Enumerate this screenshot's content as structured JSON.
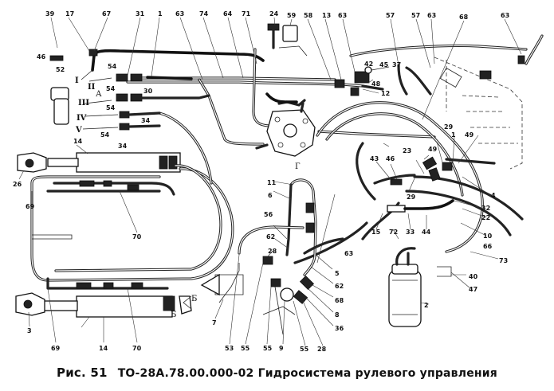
{
  "figure": {
    "number_label": "Рис. 51",
    "caption": "ТО-28А.78.00.000-02 Гидросистема рулевого управления"
  },
  "callouts": [
    {
      "text": "39"
    },
    {
      "text": "17"
    },
    {
      "text": "67"
    },
    {
      "text": "31"
    },
    {
      "text": "1"
    },
    {
      "text": "63"
    },
    {
      "text": "74"
    },
    {
      "text": "64"
    },
    {
      "text": "71"
    },
    {
      "text": "24"
    },
    {
      "text": "59"
    },
    {
      "text": "58"
    },
    {
      "text": "13"
    },
    {
      "text": "63"
    },
    {
      "text": "57"
    },
    {
      "text": "57"
    },
    {
      "text": "63"
    },
    {
      "text": "68"
    },
    {
      "text": "63"
    },
    {
      "text": "46"
    },
    {
      "text": "52"
    },
    {
      "text": "54"
    },
    {
      "text": "30"
    },
    {
      "text": "54"
    },
    {
      "text": "54"
    },
    {
      "text": "34"
    },
    {
      "text": "54"
    },
    {
      "text": "34"
    },
    {
      "text": "42"
    },
    {
      "text": "45"
    },
    {
      "text": "37"
    },
    {
      "text": "48"
    },
    {
      "text": "12"
    },
    {
      "text": "14"
    },
    {
      "text": "26"
    },
    {
      "text": "69"
    },
    {
      "text": "70"
    },
    {
      "text": "11"
    },
    {
      "text": "6"
    },
    {
      "text": "56"
    },
    {
      "text": "62"
    },
    {
      "text": "28"
    },
    {
      "text": "63"
    },
    {
      "text": "5"
    },
    {
      "text": "62"
    },
    {
      "text": "68"
    },
    {
      "text": "8"
    },
    {
      "text": "36"
    },
    {
      "text": "28"
    },
    {
      "text": "55"
    },
    {
      "text": "9"
    },
    {
      "text": "55"
    },
    {
      "text": "55"
    },
    {
      "text": "53"
    },
    {
      "text": "7"
    },
    {
      "text": "3"
    },
    {
      "text": "69"
    },
    {
      "text": "14"
    },
    {
      "text": "70"
    },
    {
      "text": "29"
    },
    {
      "text": "1"
    },
    {
      "text": "49"
    },
    {
      "text": "49"
    },
    {
      "text": "43"
    },
    {
      "text": "46"
    },
    {
      "text": "23"
    },
    {
      "text": "29"
    },
    {
      "text": "4"
    },
    {
      "text": "32"
    },
    {
      "text": "22"
    },
    {
      "text": "10"
    },
    {
      "text": "66"
    },
    {
      "text": "73"
    },
    {
      "text": "15"
    },
    {
      "text": "72"
    },
    {
      "text": "33"
    },
    {
      "text": "44"
    },
    {
      "text": "40"
    },
    {
      "text": "47"
    },
    {
      "text": "2"
    }
  ],
  "section_marks": {
    "I": "I",
    "II": "II",
    "III": "III",
    "IV": "IV",
    "V": "V",
    "A": "А",
    "B1": "Б",
    "B2": "Б",
    "G": "Г"
  }
}
